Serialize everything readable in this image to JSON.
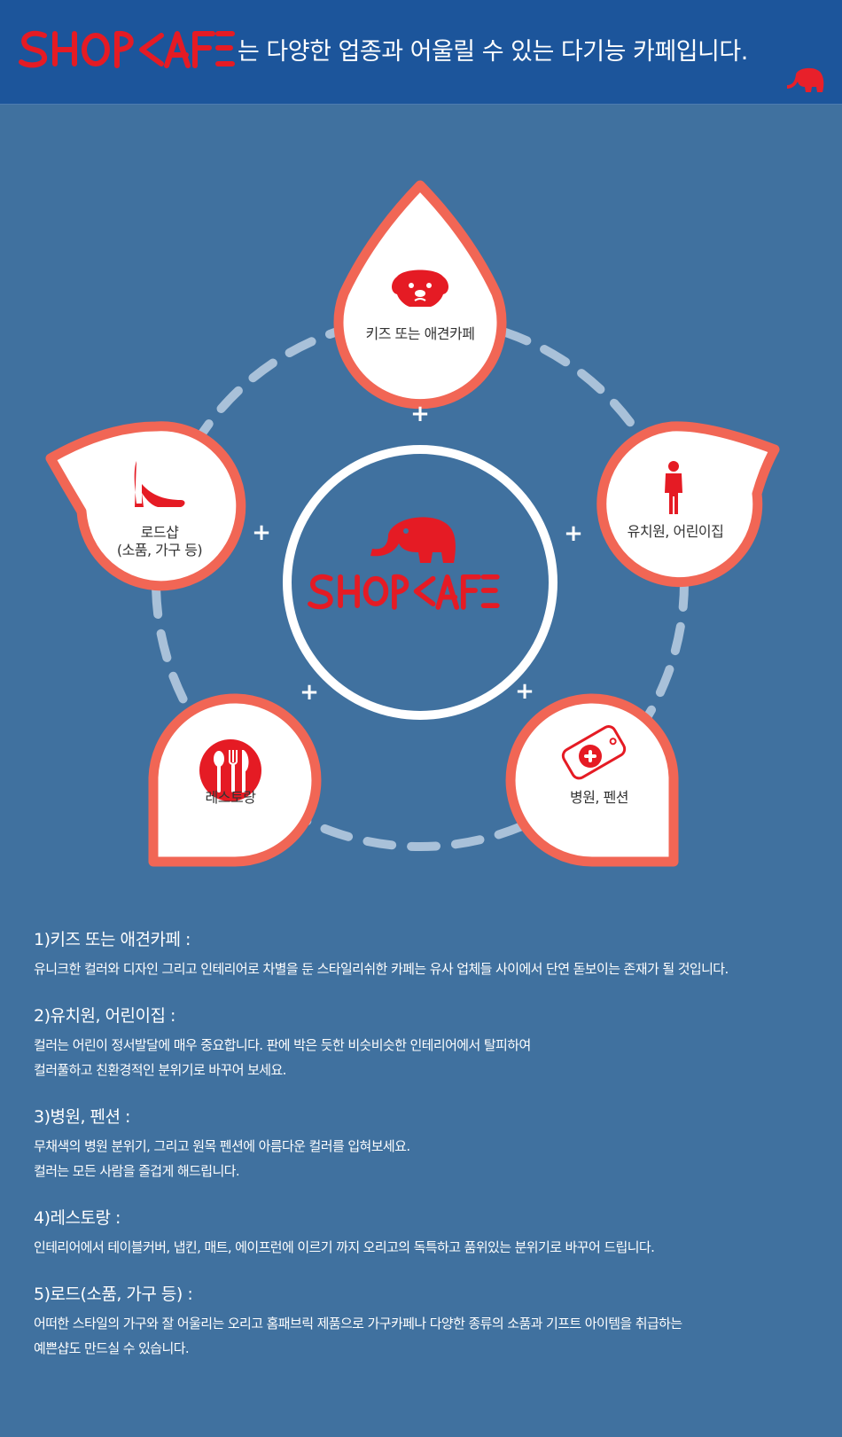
{
  "header": {
    "brand_logo_icon": "shopcafe-wordmark-logo",
    "tagline": "는 다양한 업종과 어울릴 수 있는 다기능 카페입니다.",
    "elephant_icon": "elephant-icon"
  },
  "diagram": {
    "center_logo": "shopcafe-elephant-logo",
    "nodes": [
      {
        "label": "키즈 또는 애견카페",
        "icon": "dog-face-icon"
      },
      {
        "label": "유치원, 어린이집",
        "icon": "child-icon"
      },
      {
        "label": "병원, 펜션",
        "icon": "medical-tag-icon"
      },
      {
        "label": "레스토랑",
        "icon": "spoon-fork-knife-icon"
      },
      {
        "label": "로드샵",
        "label2": "(소품, 가구 등)",
        "icon": "high-heel-icon"
      }
    ],
    "connector": "+"
  },
  "colors": {
    "background": "#40719f",
    "header": "#1c559b",
    "node_border": "#f16655",
    "accent_red": "#e51b24",
    "ring": "#ffffff"
  },
  "descriptions": [
    {
      "title": "1)키즈  또는 애견카페 :",
      "lines": [
        "유니크한 컬러와 디자인 그리고 인테리어로 차별을 둔 스타일리쉬한 카페는 유사 업체들 사이에서 단연 돋보이는 존재가 될 것입니다."
      ]
    },
    {
      "title": "2)유치원, 어린이집 :",
      "lines": [
        "컬러는 어린이 정서발달에 매우 중요합니다. 판에 박은 듯한 비슷비슷한  인테리어에서 탈피하여",
        "컬러풀하고 친환경적인 분위기로 바꾸어 보세요."
      ]
    },
    {
      "title": "3)병원, 펜션 :",
      "lines": [
        "무채색의 병원 분위기, 그리고 원목 펜션에 아름다운 컬러를 입혀보세요.",
        "컬러는 모든 사람을 즐겁게 해드립니다."
      ]
    },
    {
      "title": "4)레스토랑 :",
      "lines": [
        "인테리어에서 테이블커버, 냅킨, 매트, 에이프런에 이르기 까지 오리고의 독특하고 품위있는 분위기로 바꾸어 드립니다."
      ]
    },
    {
      "title": "5)로드(소품, 가구 등) :",
      "lines": [
        "어떠한 스타일의 가구와 잘 어울리는 오리고 홈패브릭 제품으로 가구카페나 다양한 종류의 소품과 기프트 아이템을 취급하는",
        "예쁜샵도 만드실 수 있습니다."
      ]
    }
  ]
}
